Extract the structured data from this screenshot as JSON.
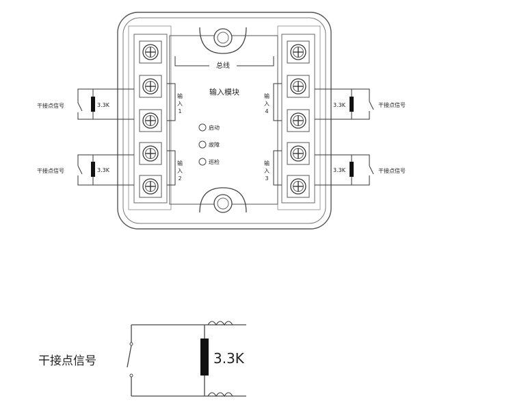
{
  "module": {
    "title": "输入模块",
    "bus_label": "总线",
    "indicators": [
      "启动",
      "故障",
      "巡检"
    ],
    "inputs": {
      "in1": [
        "输",
        "入",
        "1"
      ],
      "in2": [
        "输",
        "入",
        "2"
      ],
      "in3": [
        "输",
        "入",
        "3"
      ],
      "in4": [
        "输",
        "入",
        "4"
      ]
    },
    "resistor_label": "3.3K",
    "signal_label": "干接点信号"
  },
  "detail": {
    "signal_label": "干接点信号",
    "resistor_label": "3.3K"
  }
}
